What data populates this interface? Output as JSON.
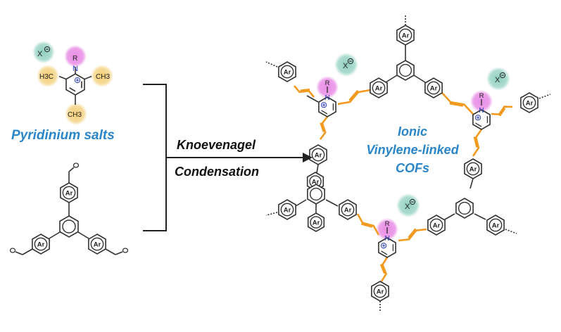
{
  "pyridinium": {
    "caption": "Pyridinium salts",
    "counterion": "X",
    "substituent_R": "R",
    "nitrogen": "N",
    "methyl_left": "H3C",
    "methyl_right": "CH3",
    "methyl_bottom": "CH3"
  },
  "aldehyde": {
    "aryl_label": "Ar"
  },
  "reaction": {
    "line1": "Knoevenagel",
    "line2": "Condensation"
  },
  "product": {
    "line1": "Ionic",
    "line2": "Vinylene-linked",
    "line3": "COFs"
  },
  "colors": {
    "label_blue": "#2a86c9",
    "bond": "#333333",
    "vinylene": "#f29a1f",
    "cation_glow": "#e98ee6",
    "anion_glow": "#9fd6c8",
    "methyl_glow": "#f5d58a",
    "nitrogen": "#2c3eb8"
  },
  "icons": {
    "ring": "benzene-ring-icon",
    "aryl": "aryl-ring-icon",
    "charge_minus": "negative-charge-icon",
    "charge_plus": "positive-charge-icon"
  }
}
